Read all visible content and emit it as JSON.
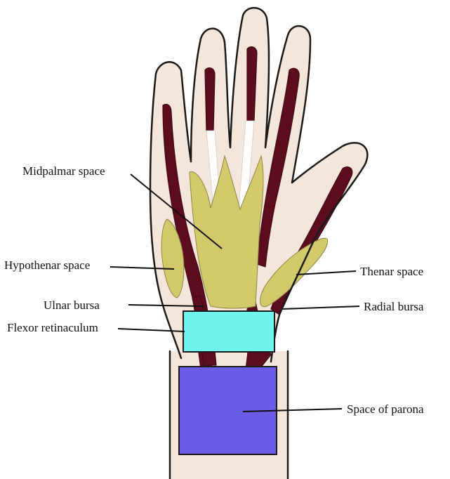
{
  "labels": {
    "midpalmar": "Midpalmar space",
    "hypothenar": "Hypothenar space",
    "thenar": "Thenar space",
    "ulnar_bursa": "Ulnar bursa",
    "radial_bursa": "Radial bursa",
    "flexor_retinaculum": "Flexor retinaculum",
    "space_of_parona": "Space of parona"
  },
  "colors": {
    "skin": "#f4e6da",
    "tendon": "#5d0c20",
    "palmar_spaces": "#d2c96a",
    "flexor_retinaculum": "#6ef3ee",
    "space_of_parona": "#6a5ce6",
    "outline": "#1a1a1a"
  }
}
